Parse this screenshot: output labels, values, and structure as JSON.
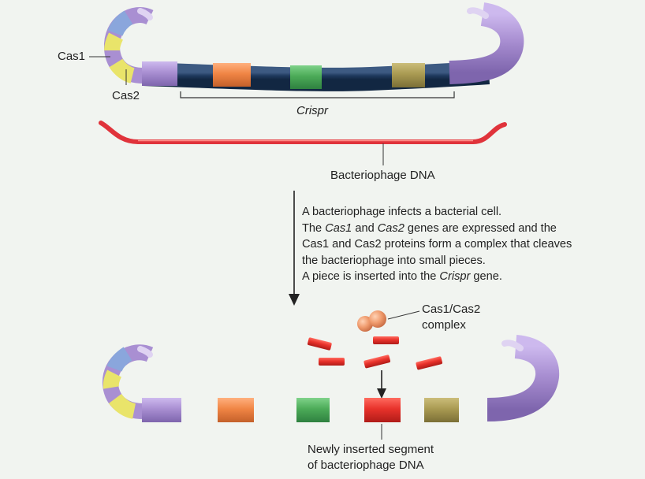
{
  "labels": {
    "cas1": "Cas1",
    "cas2": "Cas2",
    "crispr": "Crispr",
    "phage_dna": "Bacteriophage DNA",
    "complex_line1": "Cas1/Cas2",
    "complex_line2": "complex",
    "inserted_line1": "Newly inserted segment",
    "inserted_line2": "of bacteriophage DNA"
  },
  "description": {
    "line1": "A bacteriophage infects a bacterial cell.",
    "line2_a": "The ",
    "line2_b": "Cas1",
    "line2_c": " and ",
    "line2_d": "Cas2",
    "line2_e": " genes are expressed and the",
    "line3": "Cas1 and Cas2 proteins form a complex that cleaves",
    "line4": "the bacteriophage into small pieces.",
    "line5_a": "A piece is inserted into the ",
    "line5_b": "Crispr",
    "line5_c": " gene."
  },
  "colors": {
    "background": "#f1f4f0",
    "dna_navy": "#1f3a5f",
    "dna_purple": "#a98fd2",
    "dna_yellow": "#e9e46a",
    "dna_blue": "#8aa6dc",
    "segment_orange": "#f08545",
    "segment_green": "#4cab58",
    "segment_olive": "#a99a52",
    "segment_red": "#e8322b",
    "phage_red": "#e0333b",
    "complex_orange": "#ef9a6c"
  }
}
